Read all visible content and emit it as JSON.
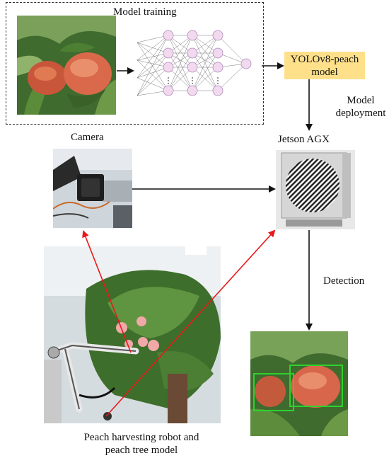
{
  "training": {
    "title": "Model training"
  },
  "model": {
    "line1": "YOLOv8-peach",
    "line2": "model"
  },
  "deployment": {
    "line1": "Model",
    "line2": "deployment"
  },
  "camera": {
    "label": "Camera"
  },
  "jetson": {
    "label": "Jetson AGX"
  },
  "detection": {
    "label": "Detection"
  },
  "robot": {
    "line1": "Peach harvesting robot and",
    "line2": "peach tree model"
  },
  "colors": {
    "model_box": "#ffe08a",
    "red_arrow": "#e8191a",
    "bbox": "#2fd12f"
  }
}
